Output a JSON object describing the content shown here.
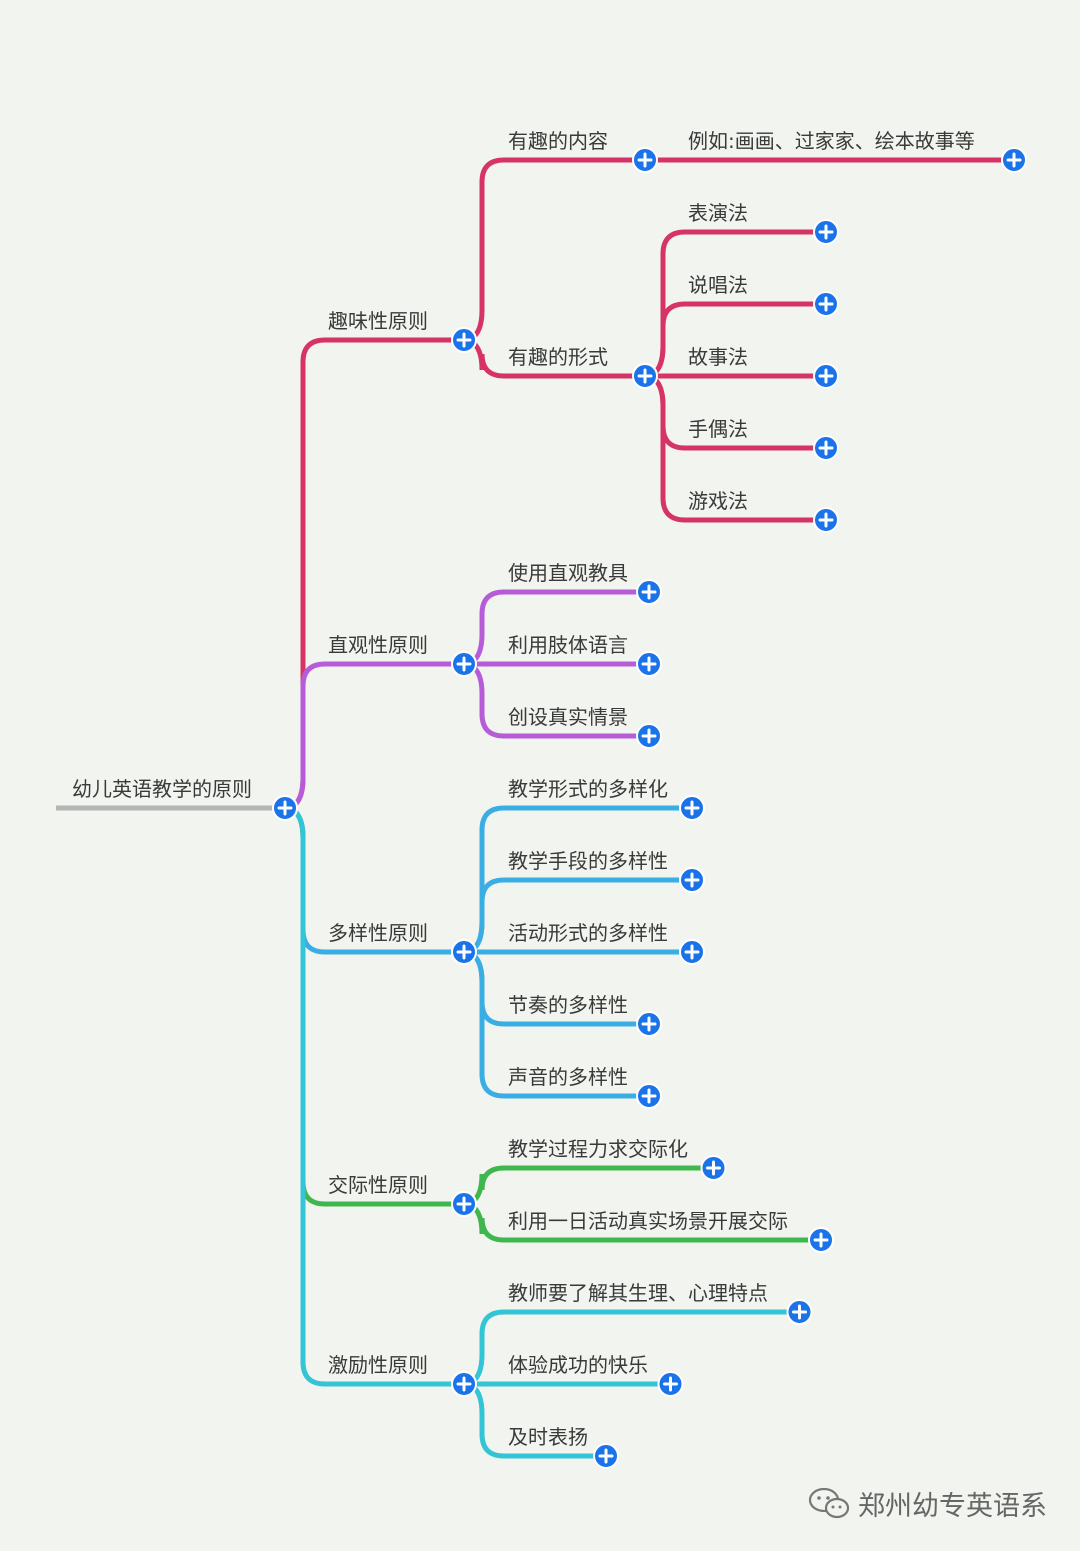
{
  "root": {
    "label": "幼儿英语教学的原则"
  },
  "branches": [
    {
      "label": "趣味性原则",
      "color": "#d63466",
      "children": [
        {
          "label": "有趣的内容",
          "children": [
            {
              "label": "例如:画画、过家家、绘本故事等"
            }
          ]
        },
        {
          "label": "有趣的形式",
          "children": [
            {
              "label": "表演法"
            },
            {
              "label": "说唱法"
            },
            {
              "label": "故事法"
            },
            {
              "label": "手偶法"
            },
            {
              "label": "游戏法"
            }
          ]
        }
      ]
    },
    {
      "label": "直观性原则",
      "color": "#b65cd9",
      "children": [
        {
          "label": "使用直观教具"
        },
        {
          "label": "利用肢体语言"
        },
        {
          "label": "创设真实情景"
        }
      ]
    },
    {
      "label": "多样性原则",
      "color": "#3aaee4",
      "children": [
        {
          "label": "教学形式的多样化"
        },
        {
          "label": "教学手段的多样性"
        },
        {
          "label": "活动形式的多样性"
        },
        {
          "label": "节奏的多样性"
        },
        {
          "label": "声音的多样性"
        }
      ]
    },
    {
      "label": "交际性原则",
      "color": "#3fb74e",
      "children": [
        {
          "label": "教学过程力求交际化"
        },
        {
          "label": "利用一日活动真实场景开展交际"
        }
      ]
    },
    {
      "label": "激励性原则",
      "color": "#33c4d6",
      "children": [
        {
          "label": "教师要了解其生理、心理特点"
        },
        {
          "label": "体验成功的快乐"
        },
        {
          "label": "及时表扬"
        }
      ]
    }
  ],
  "watermark": {
    "text": "郑州幼专英语系",
    "icon": "wechat-icon"
  },
  "colors": {
    "expand_button": "#1a73e8",
    "root_line": "#b5b5b5"
  }
}
